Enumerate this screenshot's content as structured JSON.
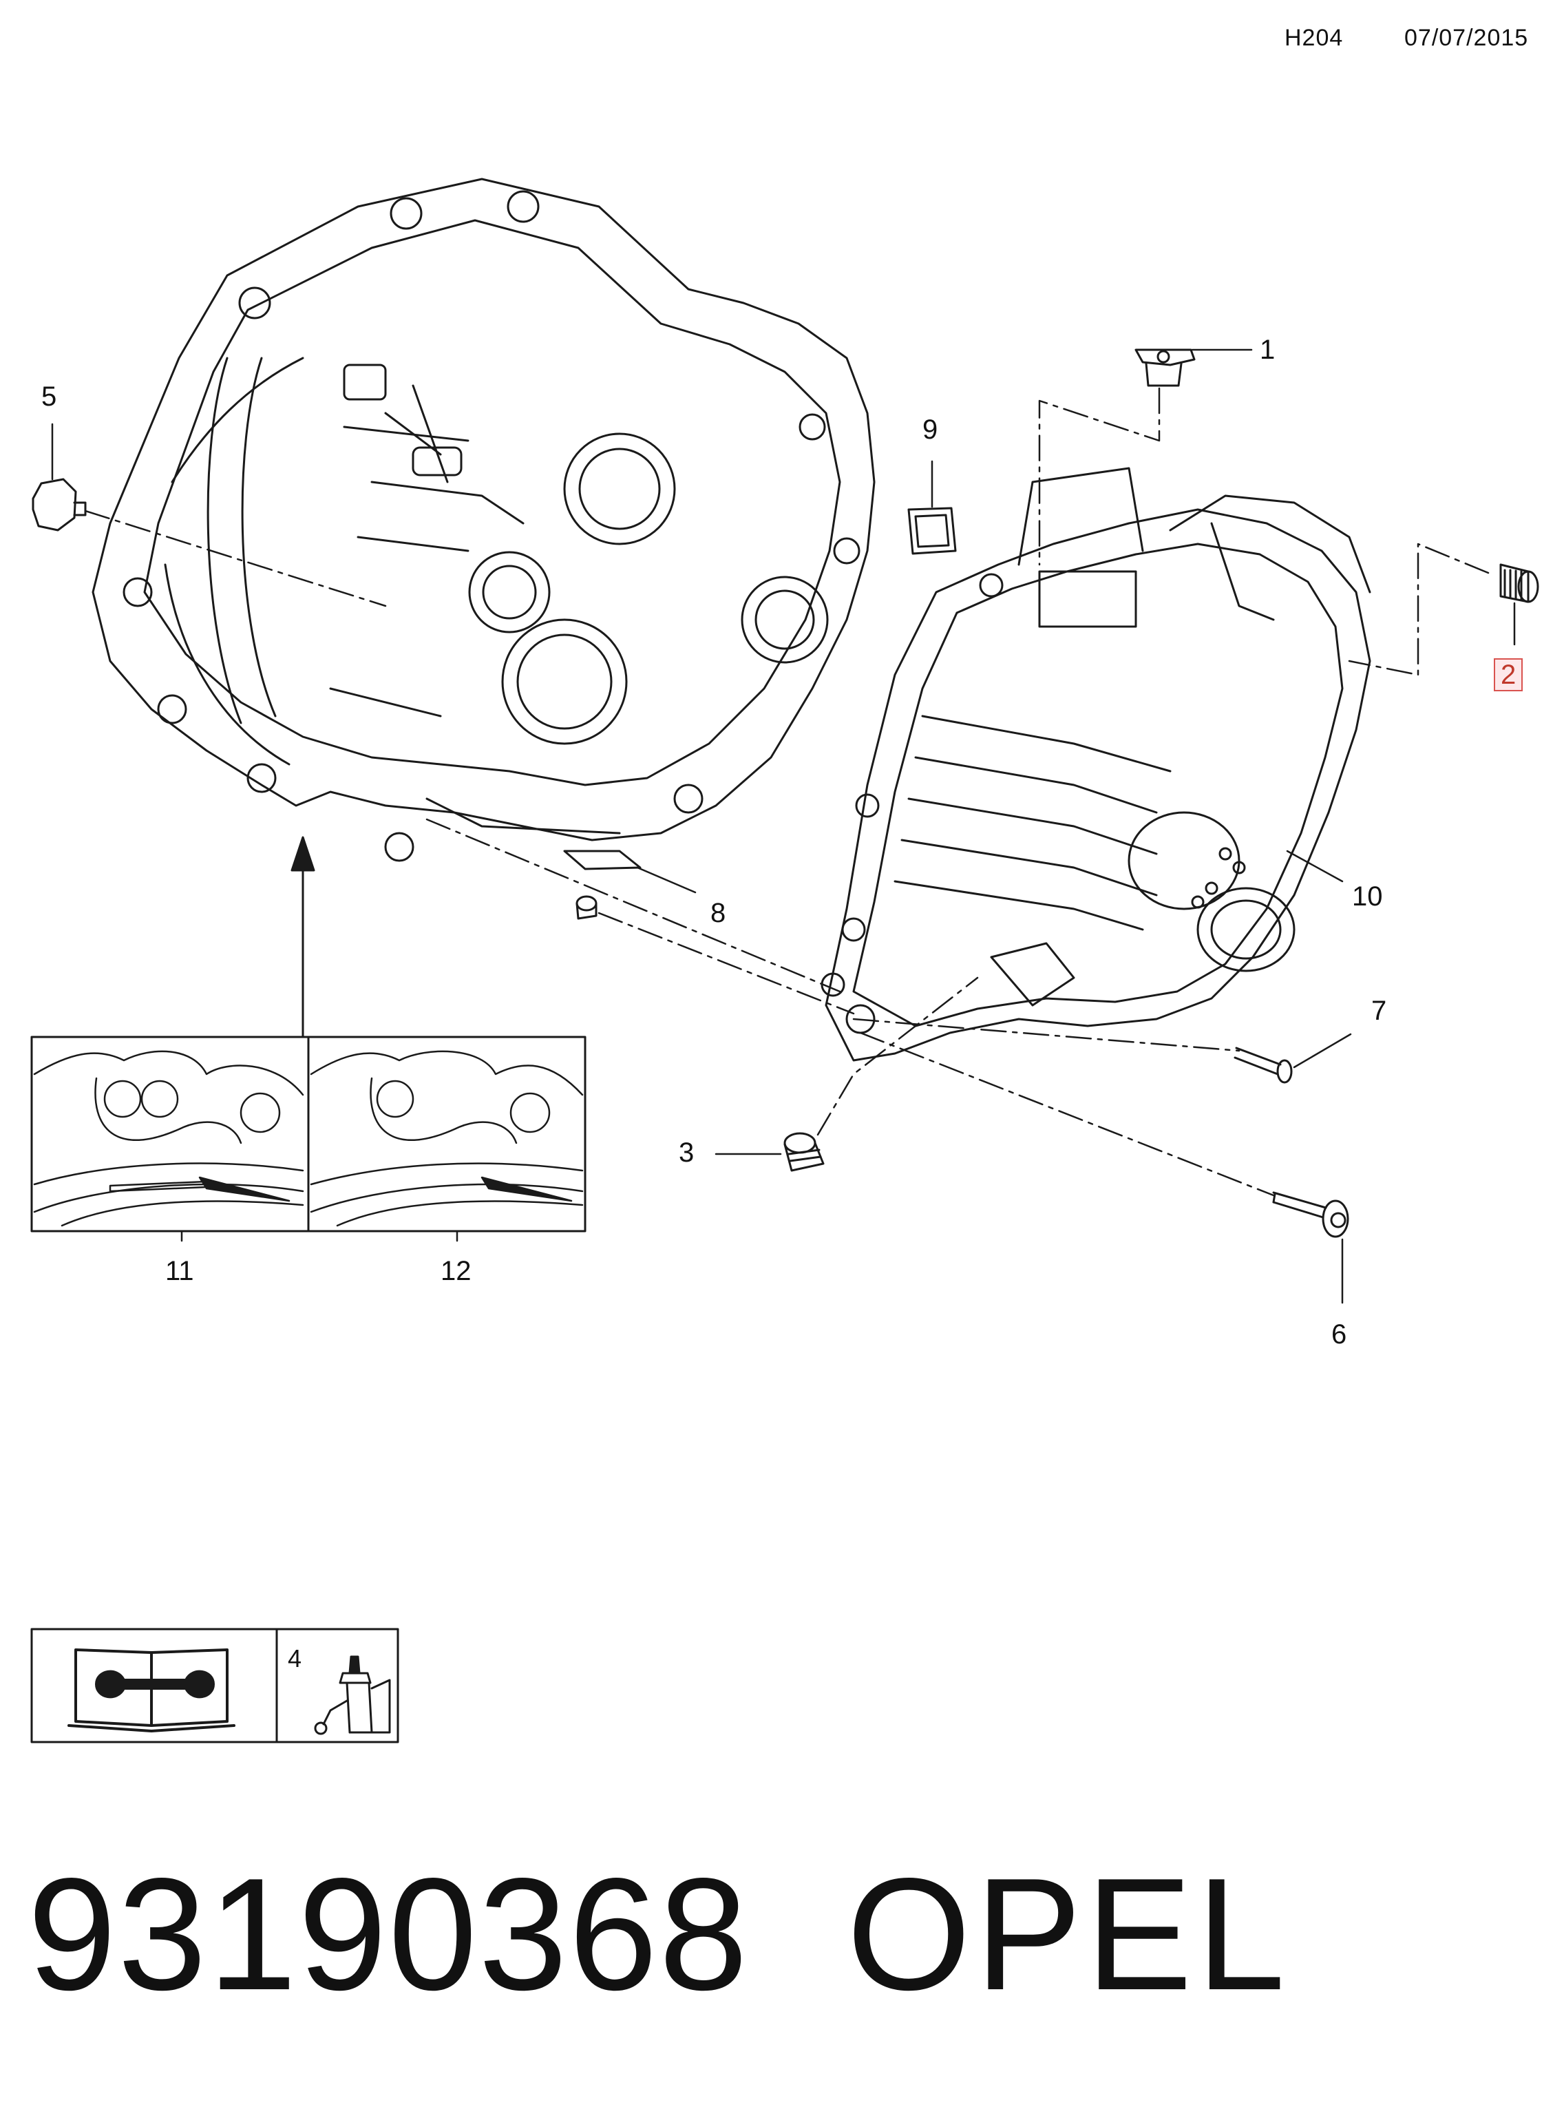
{
  "header": {
    "code": "H204",
    "date": "07/07/2015"
  },
  "callouts": [
    {
      "id": "1",
      "label": "1",
      "highlighted": false
    },
    {
      "id": "2",
      "label": "2",
      "highlighted": true
    },
    {
      "id": "3",
      "label": "3",
      "highlighted": false
    },
    {
      "id": "5",
      "label": "5",
      "highlighted": false
    },
    {
      "id": "6",
      "label": "6",
      "highlighted": false
    },
    {
      "id": "7",
      "label": "7",
      "highlighted": false
    },
    {
      "id": "8",
      "label": "8",
      "highlighted": false
    },
    {
      "id": "9",
      "label": "9",
      "highlighted": false
    },
    {
      "id": "10",
      "label": "10",
      "highlighted": false
    },
    {
      "id": "11",
      "label": "11",
      "highlighted": false
    },
    {
      "id": "12",
      "label": "12",
      "highlighted": false
    }
  ],
  "legend": {
    "item_label": "4",
    "manual_icon": "service-manual-wrench-icon",
    "sealant_icon": "sealant-bottle-icon"
  },
  "footer": {
    "part_number": "93190368",
    "brand": "OPEL"
  },
  "colors": {
    "line": "#1a1a1a",
    "highlight_border": "#d9534f",
    "highlight_fill": "#fde8ea"
  }
}
